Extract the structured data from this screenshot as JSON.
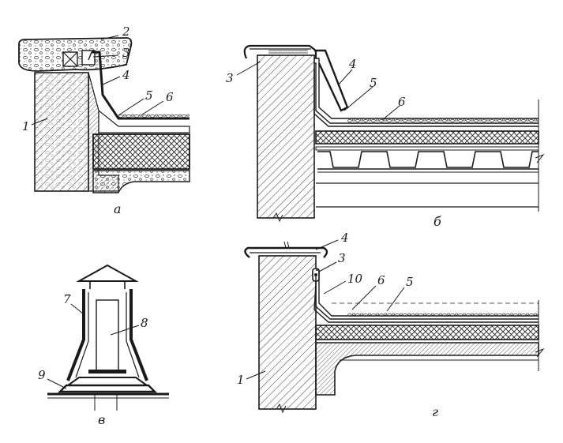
{
  "panels": {
    "a": {
      "caption": "а",
      "callouts": [
        "2",
        "3",
        "4",
        "5",
        "6",
        "1"
      ]
    },
    "b": {
      "caption": "б",
      "callouts": [
        "3",
        "4",
        "5",
        "6"
      ]
    },
    "v": {
      "caption": "в",
      "callouts": [
        "7",
        "8",
        "9"
      ]
    },
    "g": {
      "caption": "г",
      "callouts": [
        "4",
        "3",
        "10",
        "6",
        "5",
        "1"
      ]
    }
  },
  "colors": {
    "ink": "#1a1a1a",
    "hatch": "#3a3a3a",
    "paper": "#ffffff"
  }
}
